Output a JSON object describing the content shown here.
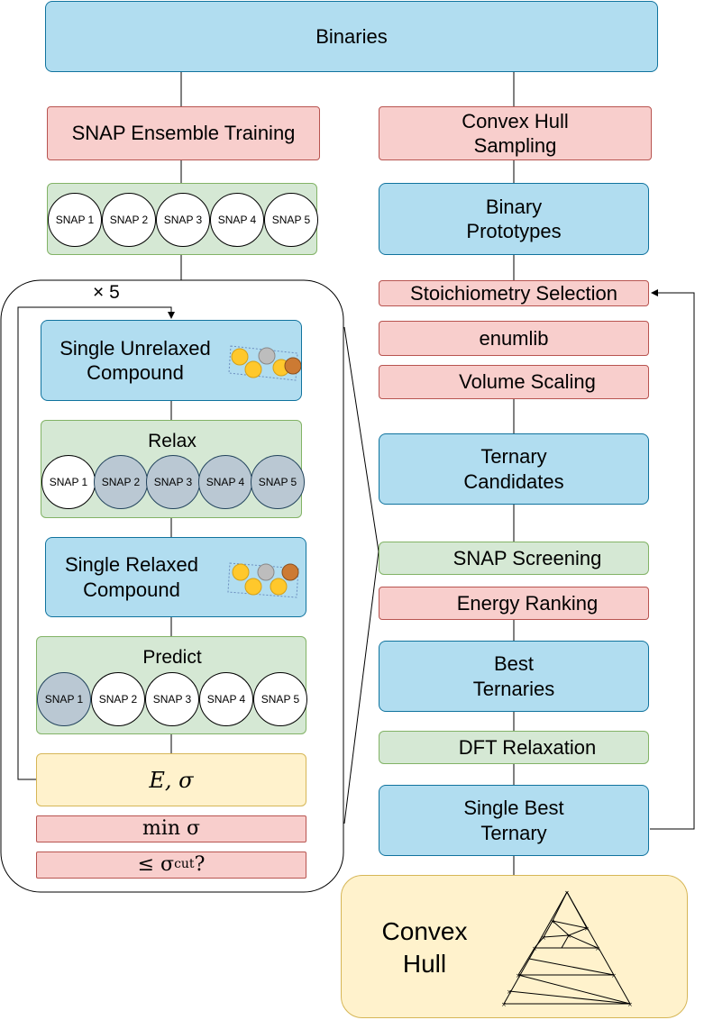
{
  "top": {
    "title": "Binaries"
  },
  "left": {
    "snap_training": "SNAP Ensemble Training",
    "ensemble": [
      "SNAP 1",
      "SNAP 2",
      "SNAP 3",
      "SNAP 4",
      "SNAP 5"
    ],
    "loop": {
      "repeat": "× 5",
      "unrelaxed": "Single Unrelaxed Compound",
      "relax_title": "Relax",
      "relax_models": [
        "SNAP 1",
        "SNAP 2",
        "SNAP 3",
        "SNAP 4",
        "SNAP 5"
      ],
      "relaxed": "Single Relaxed Compound",
      "predict_title": "Predict",
      "predict_models": [
        "SNAP 1",
        "SNAP 2",
        "SNAP 3",
        "SNAP 4",
        "SNAP 5"
      ],
      "energy_sigma": "E, σ",
      "min_sigma": "min σ",
      "sigma_cut": "≤ σ",
      "sigma_cut_sub": "cut",
      "sigma_cut_q": "?"
    }
  },
  "right": {
    "convex_hull_sampling": "Convex Hull Sampling",
    "binary_prototypes": "Binary Prototypes",
    "stoichiometry": "Stoichiometry Selection",
    "enumlib": "enumlib",
    "volume_scaling": "Volume Scaling",
    "ternary_candidates": "Ternary Candidates",
    "snap_screening": "SNAP Screening",
    "energy_ranking": "Energy Ranking",
    "best_ternaries": "Best Ternaries",
    "dft_relaxation": "DFT Relaxation",
    "single_best": "Single Best Ternary",
    "convex_hull": "Convex Hull"
  },
  "colors": {
    "blue_fill": "#b1ddf0",
    "blue_stroke": "#10739e",
    "red_fill": "#f8cecc",
    "red_stroke": "#b85450",
    "green_fill": "#d5e8d4",
    "green_stroke": "#82b366",
    "yellow_fill": "#fff2cc",
    "yellow_stroke": "#d6b656",
    "grey_model": "#bac8d3",
    "atom_gold": "#ffc82c",
    "atom_silver": "#bdbdbd",
    "atom_copper": "#cc7a33"
  }
}
